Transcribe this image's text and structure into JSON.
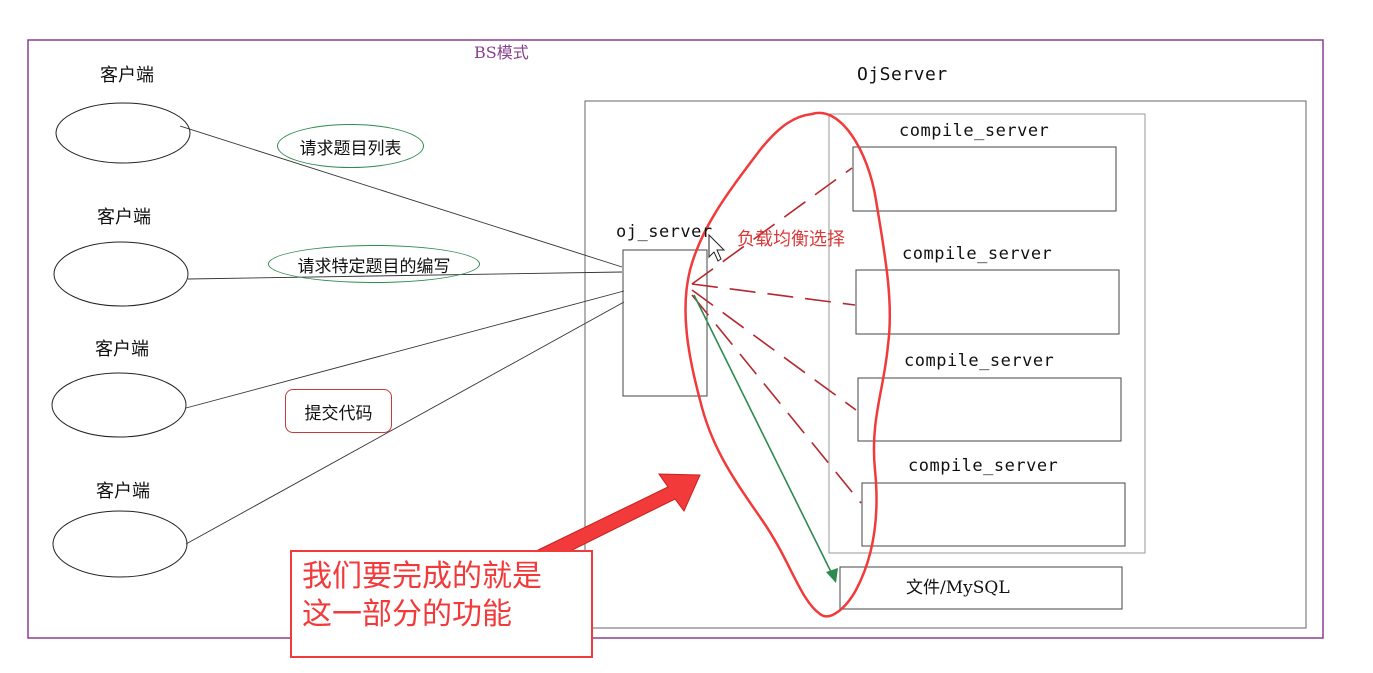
{
  "diagram": {
    "mode_label": "BS模式",
    "ojserver_label": "OjServer",
    "clients": [
      {
        "label": "客户端"
      },
      {
        "label": "客户端"
      },
      {
        "label": "客户端"
      },
      {
        "label": "客户端"
      }
    ],
    "requests": {
      "list": "请求题目列表",
      "specific": "请求特定题目的编写",
      "submit": "提交代码"
    },
    "oj_server_label": "oj_server",
    "compile_servers": [
      {
        "label": "compile_server"
      },
      {
        "label": "compile_server"
      },
      {
        "label": "compile_server"
      },
      {
        "label": "compile_server"
      }
    ],
    "load_balance_label": "负载均衡选择",
    "storage_label": "文件/MySQL",
    "callout": {
      "line1": "我们要完成的就是",
      "line2": "这一部分的功能"
    },
    "colors": {
      "frame": "#8a3f8f",
      "highlight": "#f23a3a",
      "dashed": "#b5282e",
      "green": "#2e8b4e"
    }
  }
}
